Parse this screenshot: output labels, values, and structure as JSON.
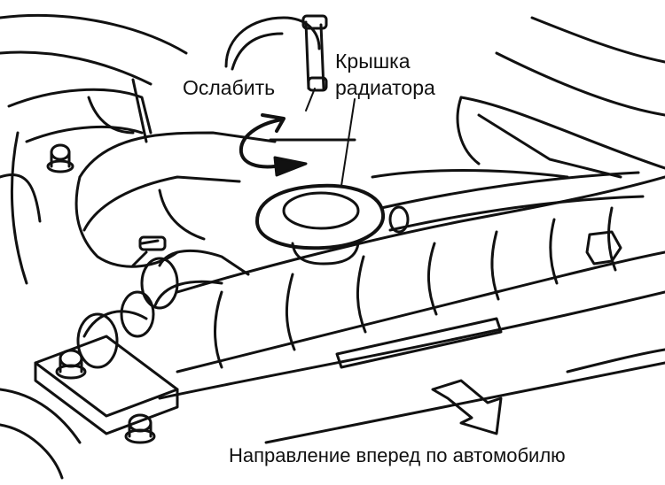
{
  "labels": {
    "loosen": "Ослабить",
    "radiator_cap_line1": "Крышка",
    "radiator_cap_line2": "радиатора",
    "forward_direction": "Направление вперед по автомобилю"
  },
  "colors": {
    "ink": "#111111",
    "background": "#ffffff"
  },
  "icons": {
    "rotation_arrow": "counterclockwise-loosen-arrow",
    "direction_arrow": "forward-direction-arrow"
  }
}
